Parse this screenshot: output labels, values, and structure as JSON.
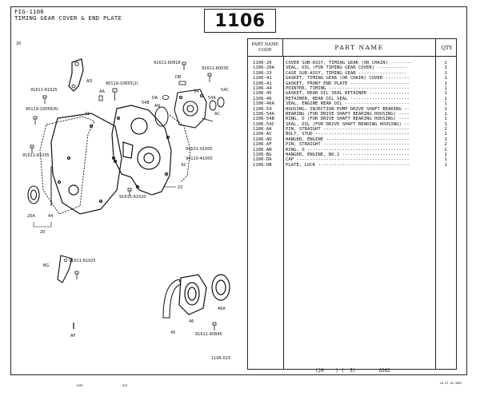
{
  "figure": {
    "label": "FIG-1106",
    "title": "TIMING GEAR COVER & END PLATE",
    "number": "1106",
    "variant": "20"
  },
  "table": {
    "header_code": [
      "PART NAME",
      "CODE"
    ],
    "header_name": "PART NAME",
    "header_qty": "QTY",
    "rows": [
      {
        "code": "1106-20",
        "name": "COVER SUB-ASSY, TIMING GEAR (OR CHAIN) --------",
        "qty": "1"
      },
      {
        "code": "1106-20A",
        "name": "SEAL, OIL (FOR TIMING GEAR COVER) -----------",
        "qty": "1"
      },
      {
        "code": "1106-23",
        "name": "CASE SUB-ASSY, TIMING GEAR ------------------",
        "qty": "1"
      },
      {
        "code": "1106-41",
        "name": "GASKET, TIMING GEAR (OR CHAIN) COVER ---------",
        "qty": "1"
      },
      {
        "code": "1106-42",
        "name": "GASKET, FRONT END PLATE ----------------------",
        "qty": "1"
      },
      {
        "code": "1106-44",
        "name": "POINTER, TIMING ------------------------------",
        "qty": "1"
      },
      {
        "code": "1106-45",
        "name": "GASKET, REAR OIL SEAL RETAINER ---------------",
        "qty": "1"
      },
      {
        "code": "1106-46",
        "name": "RETAINER, REAR OIL SEAL ----------------------",
        "qty": "1"
      },
      {
        "code": "1106-46A",
        "name": "SEAL, ENGINE REAR OIL ------------------------",
        "qty": "1"
      },
      {
        "code": "1106-54",
        "name": "HOUSING, INJECTION PUMP DRIVE SHAFT BEARING --",
        "qty": "1"
      },
      {
        "code": "1106-54A",
        "name": "BEARING (FOR DRIVE SHAFT BEARING HOUSING) ----",
        "qty": "1"
      },
      {
        "code": "1106-54B",
        "name": "RING, O (FOR DRIVE SHAFT BEARING HOUSING) ----",
        "qty": "1"
      },
      {
        "code": "1106-54C",
        "name": "SEAL, OIL (FOR DRIVE SHAFT BEARING HOUSING) --",
        "qty": "1"
      },
      {
        "code": "1106-AA",
        "name": "PIN, STRAIGHT --------------------------------",
        "qty": "2"
      },
      {
        "code": "1106-AC",
        "name": "BOLT, STUD -----------------------------------",
        "qty": "1"
      },
      {
        "code": "1106-AD",
        "name": "HANGER, ENGINE -------------------------------",
        "qty": "1"
      },
      {
        "code": "1106-AF",
        "name": "PIN, STRAIGHT --------------------------------",
        "qty": "2"
      },
      {
        "code": "1106-AN",
        "name": "RING, O --------------------------------------",
        "qty": "1"
      },
      {
        "code": "1106-BG",
        "name": "HANGER, ENGINE, NO.2 -------------------------",
        "qty": "1"
      },
      {
        "code": "1106-DA",
        "name": "CAP ------------------------------------------",
        "qty": "1"
      },
      {
        "code": "1106-DB",
        "name": "PLATE, LOCK ----------------------------------",
        "qty": "1"
      }
    ]
  },
  "footer": {
    "text": "(20    ) (  5)        G302"
  },
  "diagram": {
    "callouts": {
      "c_91611_60818": "91611-60818",
      "c_91611_60030": "91611-60030",
      "c_AD": "AD",
      "c_90119_10655": "90119-10655(2)",
      "c_AA": "AA",
      "c_DB": "DB",
      "c_DA": "DA",
      "c_54B": "54B",
      "c_AN": "AN",
      "c_54": "54",
      "c_54C": "54C",
      "c_54A": "54A",
      "c_AC": "AC",
      "c_91611_61025a": "91611-61025",
      "c_90119_10056": "90119-10056(6)",
      "c_41": "41",
      "c_91611_61035": "91611-61035",
      "c_94531_01000": "94531-01000",
      "c_94110_41000": "94110-41000",
      "c_42": "42",
      "c_23": "23",
      "c_91611_61020": "91611-61020",
      "c_20A": "20A",
      "c_44": "44",
      "c_20": "20",
      "c_BG": "BG",
      "c_91611_61025b": "91611-61025",
      "c_46": "46",
      "c_46A": "46A",
      "c_45": "45",
      "c_91611_60845": "91611-60845",
      "c_AF": "AF",
      "c_ref": "1106-023"
    }
  },
  "bottom": {
    "code": "L0 07 03 3907",
    "left_mark": "1106",
    "mid_mark": "023"
  }
}
